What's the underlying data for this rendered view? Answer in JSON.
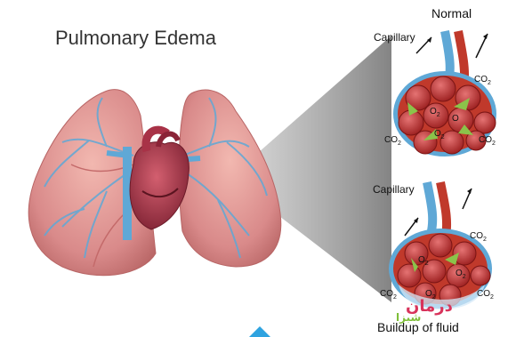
{
  "title": "Pulmonary Edema",
  "normal": {
    "label": "Normal",
    "capillary_label": "Capillary",
    "gases": {
      "co2_top_right": "CO",
      "o2_center_left": "O",
      "o2_center_right": "O",
      "co2_bottom_left": "CO",
      "o2_bottom": "O",
      "co2_bottom_right": "CO"
    }
  },
  "edema": {
    "label": "Buildup of fluid",
    "capillary_label": "Capillary",
    "gases": {
      "co2_top_right": "CO",
      "o2_left": "O",
      "o2_right": "O",
      "co2_bottom_left": "CO",
      "o2_bottom": "O",
      "co2_bottom_right": "CO"
    }
  },
  "subscript": "2",
  "watermark": {
    "logo_text": "درمان",
    "logo_subtext": "شبزا"
  },
  "colors": {
    "lung": "#d98a8a",
    "lung_dark": "#c46a6a",
    "vessel_blue": "#5fa8d6",
    "heart": "#a83247",
    "alveoli": "#c0392b",
    "arrow_green": "#8bc34a",
    "fluid": "#d6eaf8"
  }
}
